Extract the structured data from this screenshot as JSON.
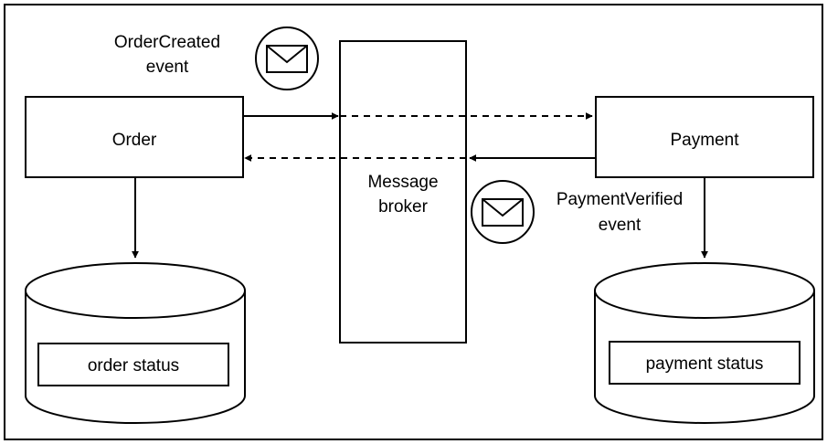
{
  "services": {
    "order": {
      "label": "Order"
    },
    "payment": {
      "label": "Payment"
    }
  },
  "broker": {
    "label_line1": "Message",
    "label_line2": "broker"
  },
  "events": {
    "order_created": {
      "line1": "OrderCreated",
      "line2": "event",
      "icon": "envelope-icon"
    },
    "payment_verified": {
      "line1": "PaymentVerified",
      "line2": "event",
      "icon": "envelope-icon"
    }
  },
  "databases": {
    "order": {
      "field": "order status"
    },
    "payment": {
      "field": "payment status"
    }
  }
}
